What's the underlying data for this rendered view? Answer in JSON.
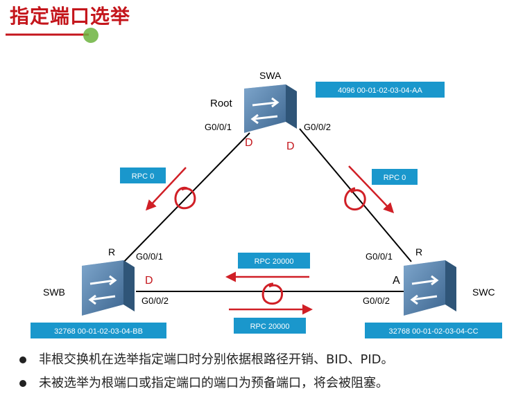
{
  "title": "指定端口选举",
  "switches": {
    "swa": {
      "name": "SWA",
      "role_label": "Root",
      "bid": "4096 00-01-02-03-04-AA",
      "ports": [
        "G0/0/1",
        "G0/0/2"
      ],
      "port_roles": [
        "D",
        "D"
      ]
    },
    "swb": {
      "name": "SWB",
      "bid": "32768 00-01-02-03-04-BB",
      "ports": [
        "G0/0/1",
        "G0/0/2"
      ],
      "port_roles": [
        "R",
        "D"
      ]
    },
    "swc": {
      "name": "SWC",
      "bid": "32768 00-01-02-03-04-CC",
      "ports": [
        "G0/0/1",
        "G0/0/2"
      ],
      "port_roles": [
        "R",
        "A"
      ]
    }
  },
  "rpc_labels": {
    "left": "RPC 0",
    "right": "RPC 0",
    "bottom_top": "RPC 20000",
    "bottom_bottom": "RPC 20000"
  },
  "bullets": [
    "非根交换机在选举指定端口时分别依据根路径开销、BID、PID。",
    "未被选举为根端口或指定端口的端口为预备端口，将会被阻塞。"
  ],
  "colors": {
    "title": "#c4161c",
    "port_role": "#c4161c",
    "rpc_box": "#1a97cc",
    "bid_box": "#1a97cc",
    "arrow": "#d01f26",
    "switch_body": "#5f87ad",
    "pointer_dot": "#6cb33e"
  }
}
